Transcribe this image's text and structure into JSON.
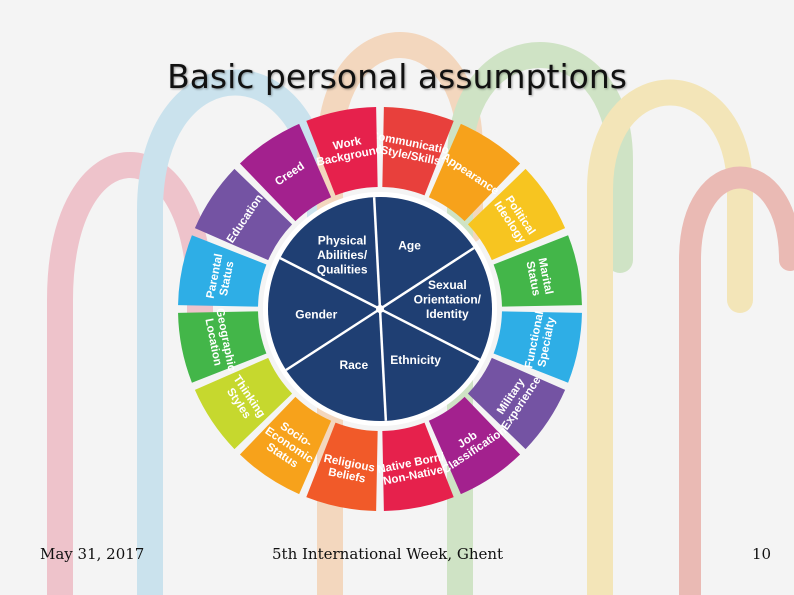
{
  "slide": {
    "title": "Basic personal assumptions",
    "footer_date": "May 31, 2017",
    "footer_event": "5th International Week, Ghent",
    "page_number": "10"
  },
  "colors": {
    "inner_fill": "#1f3f73",
    "inner_divider": "#ffffff",
    "hub_ring": "#ffffff",
    "background_loops": [
      "#e46a82",
      "#7ec3e2",
      "#f3a25b",
      "#8cc46f",
      "#f2cc4a",
      "#d9503f"
    ]
  },
  "wheel": {
    "inner_segments": [
      {
        "lines": [
          "Physical",
          "Abilities/",
          "Qualities"
        ]
      },
      {
        "lines": [
          "Age"
        ]
      },
      {
        "lines": [
          "Sexual",
          "Orientation/",
          "Identity"
        ]
      },
      {
        "lines": [
          "Ethnicity"
        ]
      },
      {
        "lines": [
          "Race"
        ]
      },
      {
        "lines": [
          "Gender"
        ]
      }
    ],
    "outer_segments": [
      {
        "lines": [
          "Communication",
          "Style/Skills"
        ],
        "color": "#e8403c"
      },
      {
        "lines": [
          "Appearance"
        ],
        "color": "#f7a21b"
      },
      {
        "lines": [
          "Political",
          "Ideology"
        ],
        "color": "#f7c520"
      },
      {
        "lines": [
          "Marital",
          "Status"
        ],
        "color": "#43b649"
      },
      {
        "lines": [
          "Functional",
          "Specialty"
        ],
        "color": "#2eaee6"
      },
      {
        "lines": [
          "Military",
          "Experience"
        ],
        "color": "#7453a3"
      },
      {
        "lines": [
          "Job",
          "Classification"
        ],
        "color": "#a3218e"
      },
      {
        "lines": [
          "Native Born/",
          "Non-Native"
        ],
        "color": "#e6214c"
      },
      {
        "lines": [
          "Religious",
          "Beliefs"
        ],
        "color": "#f15a29"
      },
      {
        "lines": [
          "Socio-",
          "Economic",
          "Status"
        ],
        "color": "#f7a21b"
      },
      {
        "lines": [
          "Thinking",
          "Styles"
        ],
        "color": "#c6d82e"
      },
      {
        "lines": [
          "Geographic",
          "Location"
        ],
        "color": "#43b649"
      },
      {
        "lines": [
          "Parental",
          "Status"
        ],
        "color": "#2eaee6"
      },
      {
        "lines": [
          "Education"
        ],
        "color": "#7453a3"
      },
      {
        "lines": [
          "Creed"
        ],
        "color": "#a3218e"
      },
      {
        "lines": [
          "Work",
          "Background"
        ],
        "color": "#e6214c"
      }
    ]
  }
}
